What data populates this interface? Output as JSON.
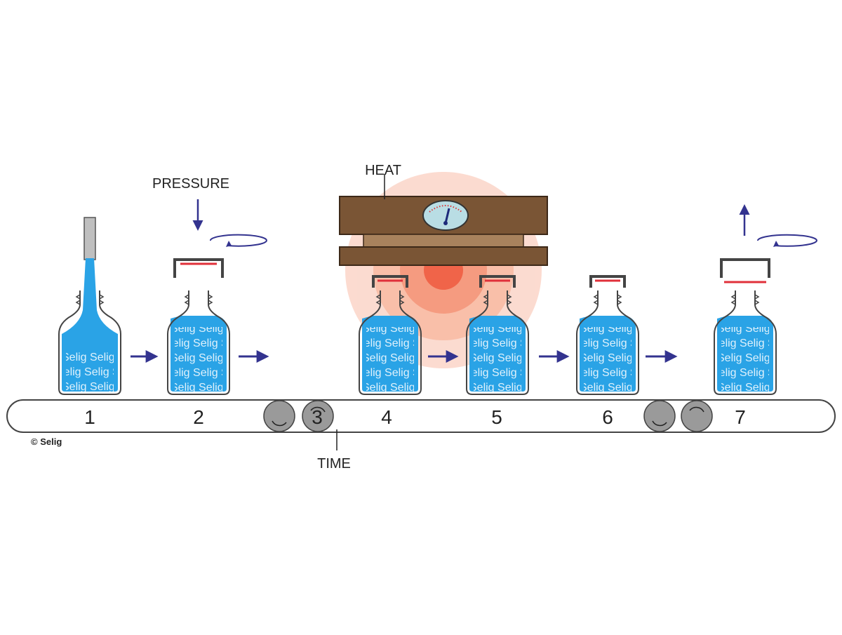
{
  "labels": {
    "pressure": "PRESSURE",
    "heat": "HEAT",
    "time": "TIME",
    "credit": "© Selig"
  },
  "steps": [
    "1",
    "2",
    "3",
    "4",
    "5",
    "6",
    "7"
  ],
  "watermark": "Selig",
  "colors": {
    "liquid": "#2aa3e6",
    "arrow": "#33338f",
    "seal": "#e0303a",
    "heater": "#7a5535",
    "heater_mid": "#a8825d",
    "heat_glow": "#f26a4a",
    "gauge": "#b9dde4",
    "roller": "#9a9a9a"
  }
}
